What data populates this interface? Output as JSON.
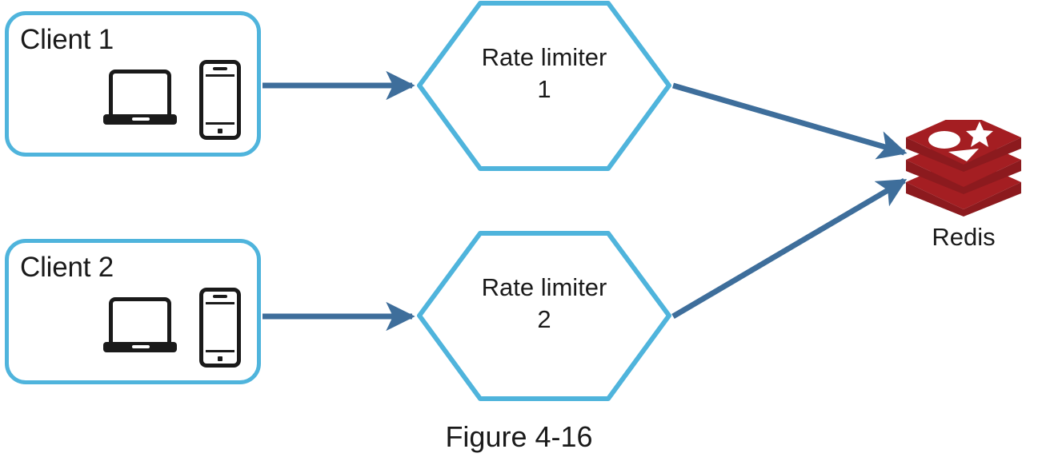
{
  "figure": {
    "caption": "Figure 4-16"
  },
  "colors": {
    "node_border": "#4FB4DC",
    "arrow": "#3E6E9B",
    "redis_red": "#A41E22",
    "text": "#1a1a1a",
    "background": "#ffffff"
  },
  "clients": [
    {
      "label": "Client 1",
      "devices": [
        "laptop-icon",
        "smartphone-icon"
      ]
    },
    {
      "label": "Client 2",
      "devices": [
        "laptop-icon",
        "smartphone-icon"
      ]
    }
  ],
  "rate_limiters": [
    {
      "label": "Rate limiter\n1"
    },
    {
      "label": "Rate limiter\n2"
    }
  ],
  "datastore": {
    "label": "Redis",
    "icon": "redis-stack-icon"
  },
  "connections": [
    {
      "from": "Client 1",
      "to": "Rate limiter 1",
      "style": "arrow"
    },
    {
      "from": "Client 2",
      "to": "Rate limiter 2",
      "style": "arrow"
    },
    {
      "from": "Rate limiter 1",
      "to": "Redis",
      "style": "arrow"
    },
    {
      "from": "Rate limiter 2",
      "to": "Redis",
      "style": "arrow"
    }
  ]
}
